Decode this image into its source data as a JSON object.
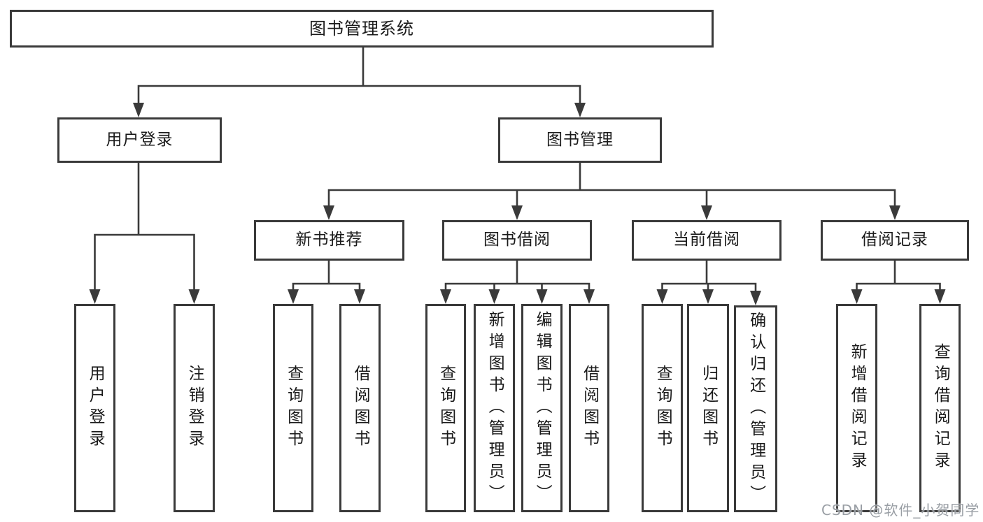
{
  "diagram_type": "functional-structure-tree",
  "colors": {
    "line": "#3a3a3a",
    "box_border": "#3a3a3a",
    "text": "#1a1a1a",
    "background": "#ffffff",
    "watermark": "#90969c"
  },
  "tree": {
    "label": "图书管理系统",
    "children": [
      {
        "label": "用户登录",
        "children": [
          {
            "label": "用户登录"
          },
          {
            "label": "注销登录"
          }
        ]
      },
      {
        "label": "图书管理",
        "children": [
          {
            "label": "新书推荐",
            "children": [
              {
                "label": "查询图书"
              },
              {
                "label": "借阅图书"
              }
            ]
          },
          {
            "label": "图书借阅",
            "children": [
              {
                "label": "查询图书"
              },
              {
                "label": "新增图书（管理员）"
              },
              {
                "label": "编辑图书（管理员）"
              },
              {
                "label": "借阅图书"
              }
            ]
          },
          {
            "label": "当前借阅",
            "children": [
              {
                "label": "查询图书"
              },
              {
                "label": "归还图书"
              },
              {
                "label": "确认归还（管理员）"
              }
            ]
          },
          {
            "label": "借阅记录",
            "children": [
              {
                "label": "新增借阅记录"
              },
              {
                "label": "查询借阅记录"
              }
            ]
          }
        ]
      }
    ]
  },
  "watermark": {
    "text": "CSDN @软件_小贺同学"
  }
}
